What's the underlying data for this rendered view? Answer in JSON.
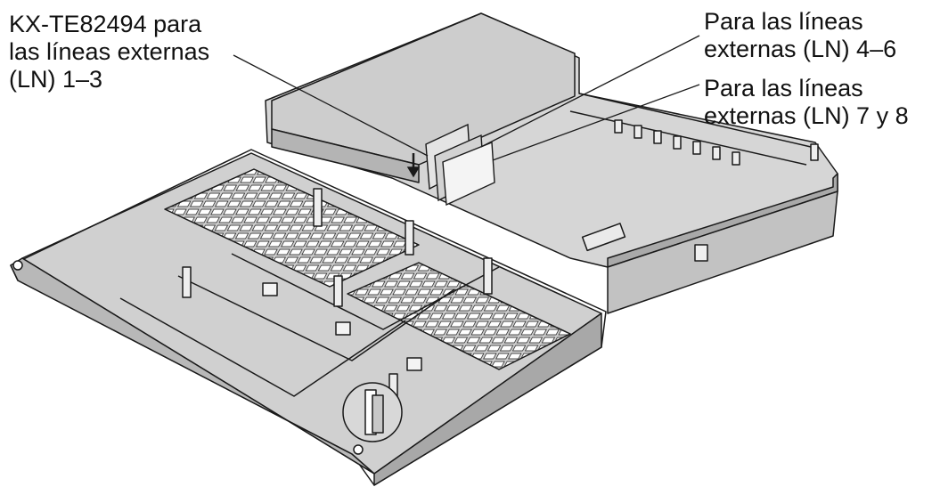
{
  "labels": {
    "card_kx": {
      "line1": "KX-TE82494 para",
      "line2": "las líneas externas",
      "line3": "(LN) 1–3"
    },
    "lines_4_6": {
      "line1": "Para las líneas",
      "line2": "externas (LN) 4–6"
    },
    "lines_7_8": {
      "line1": "Para las líneas",
      "line2": "externas (LN) 7 y 8"
    }
  },
  "colors": {
    "housing_fill": "#d6d6d6",
    "housing_dark": "#a9a9a9",
    "outline": "#1a1a1a",
    "card_fill": "#c4c4c4"
  }
}
